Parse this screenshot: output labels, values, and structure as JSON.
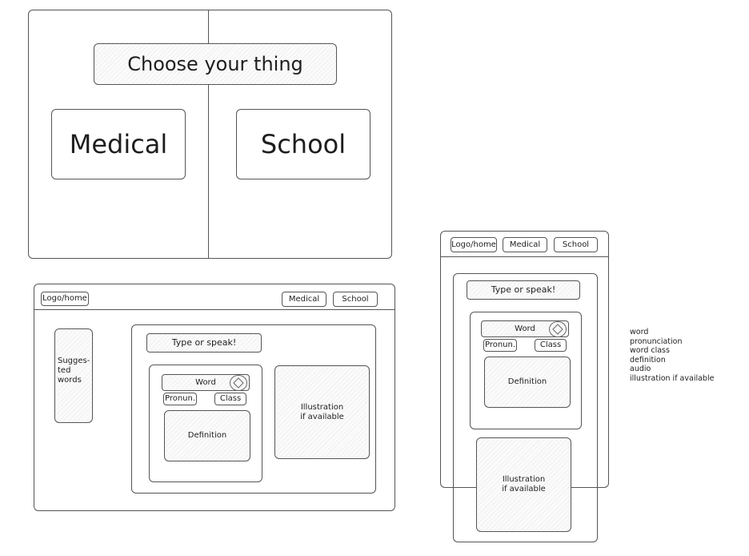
{
  "landing": {
    "title": "Choose your thing",
    "medical": "Medical",
    "school": "School"
  },
  "desktop": {
    "nav": {
      "logo": "Logo/home",
      "medical": "Medical",
      "school": "School"
    },
    "suggested": "Sugges-\nted\nwords",
    "search_placeholder": "Type or speak!",
    "word": "Word",
    "pronunciation": "Pronun.",
    "word_class": "Class",
    "definition": "Definition",
    "illustration": "Illustration\nif available"
  },
  "mobile": {
    "nav": {
      "logo": "Logo/home",
      "medical": "Medical",
      "school": "School"
    },
    "search_placeholder": "Type or speak!",
    "word": "Word",
    "pronunciation": "Pronun.",
    "word_class": "Class",
    "definition": "Definition",
    "illustration": "Illustration\nif available"
  },
  "notes": [
    "word",
    "pronunciation",
    "word class",
    "definition",
    "audio",
    "illustration if available"
  ]
}
